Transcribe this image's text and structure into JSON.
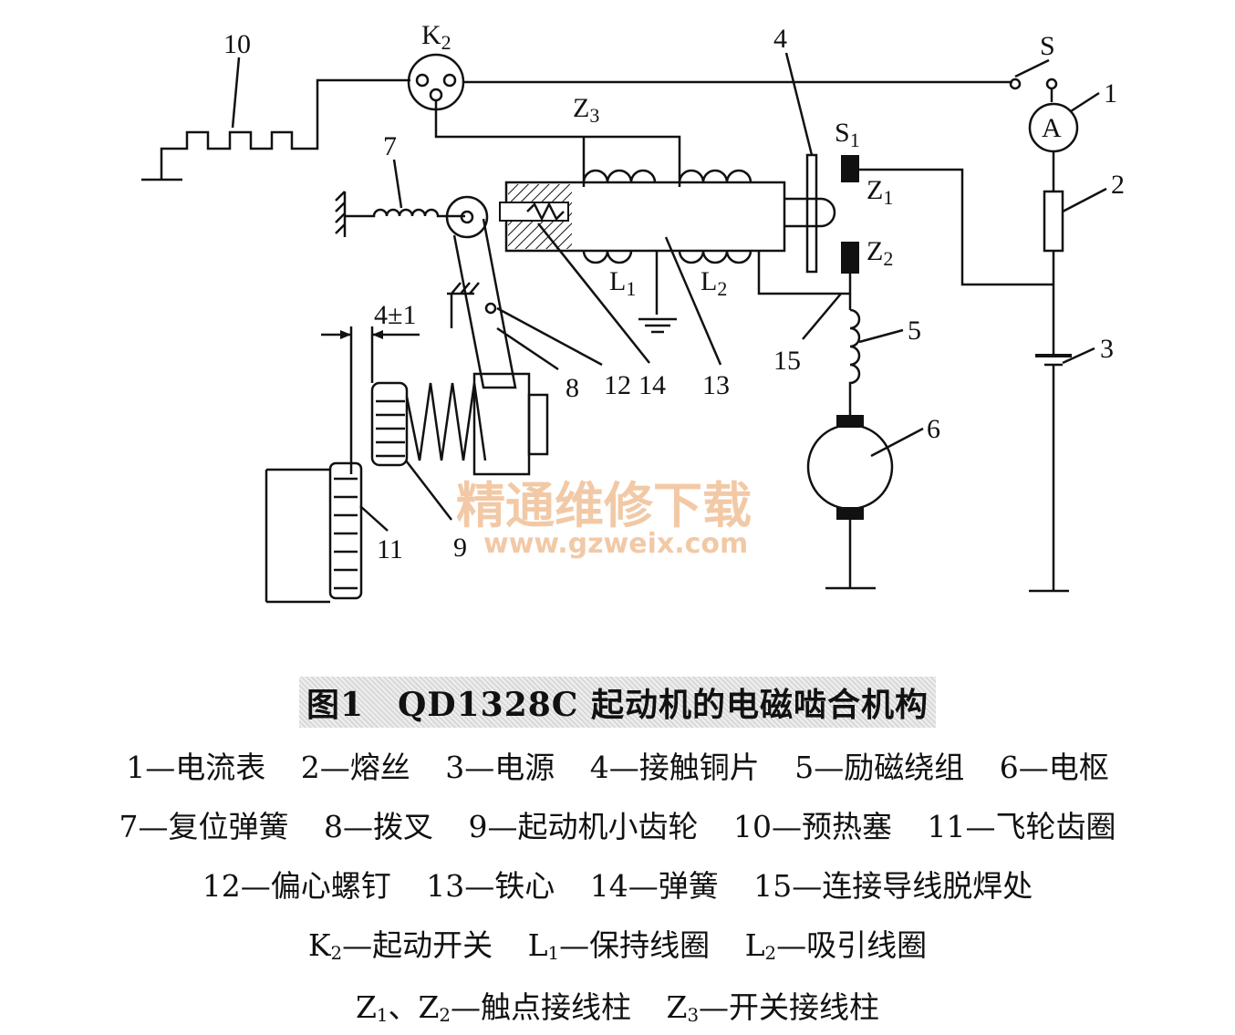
{
  "diagram": {
    "labels": {
      "n10": "10",
      "k2": "K",
      "k2_sub": "2",
      "s": "S",
      "n1": "1",
      "ammeter": "A",
      "n4": "4",
      "z3": "Z",
      "z3_sub": "3",
      "s1": "S",
      "s1_sub": "1",
      "z1": "Z",
      "z1_sub": "1",
      "z2": "Z",
      "z2_sub": "2",
      "n2": "2",
      "n7": "7",
      "l1": "L",
      "l1_sub": "1",
      "l2": "L",
      "l2_sub": "2",
      "gap": "4±1",
      "n15": "15",
      "n5": "5",
      "n3": "3",
      "n8": "8",
      "n12": "12",
      "n14": "14",
      "n13": "13",
      "n6": "6",
      "n11": "11",
      "n9": "9"
    },
    "watermark": {
      "text": "精通维修下载",
      "url": "www.gzweix.com"
    }
  },
  "caption": {
    "title": "图1　QD1328C 起动机的电磁啮合机构",
    "rows": [
      [
        "1—电流表",
        "2—熔丝",
        "3—电源",
        "4—接触铜片",
        "5—励磁绕组",
        "6—电枢"
      ],
      [
        "7—复位弹簧",
        "8—拨叉",
        "9—起动机小齿轮",
        "10—预热塞",
        "11—飞轮齿圈"
      ],
      [
        "12—偏心螺钉",
        "13—铁心",
        "14—弹簧",
        "15—连接导线脱焊处"
      ]
    ],
    "row4": {
      "k": "K",
      "k_sub": "2",
      "k_text": "—起动开关",
      "l1": "L",
      "l1_sub": "1",
      "l1_text": "—保持线圈",
      "l2": "L",
      "l2_sub": "2",
      "l2_text": "—吸引线圈"
    },
    "row5": {
      "z1": "Z",
      "z1_sub": "1",
      "sep": "、",
      "z2": "Z",
      "z2_sub": "2",
      "z12_text": "—触点接线柱",
      "z3": "Z",
      "z3_sub": "3",
      "z3_text": "—开关接线柱"
    }
  }
}
